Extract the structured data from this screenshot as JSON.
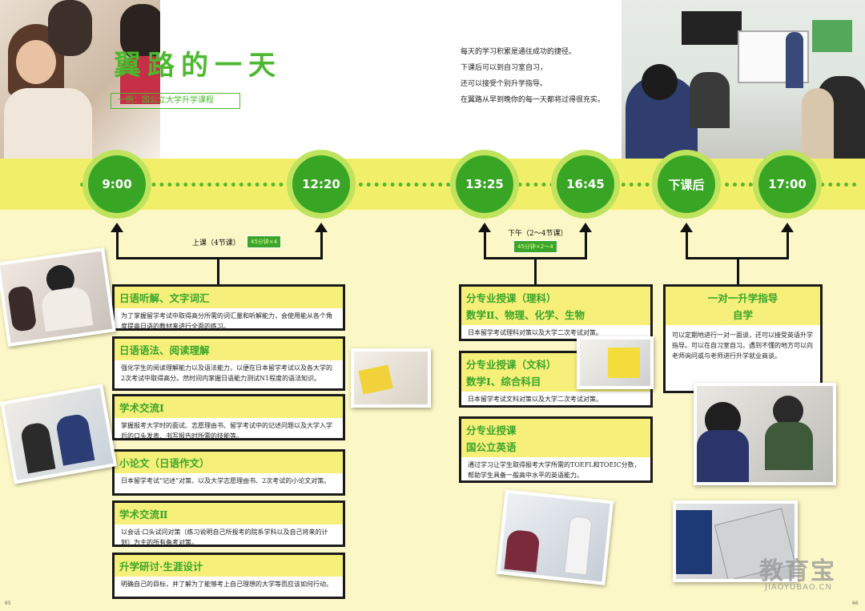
{
  "title": "翼路的一天",
  "subtitle": "一例：国公立大学升学课程",
  "intro": [
    "每天的学习积累是通往成功的捷径。",
    "下课后可以到自习室自习，",
    "还可以接受个别升学指导。",
    "在翼路从早到晚你的每一天都将过得很充实。"
  ],
  "times": [
    "9:00",
    "12:20",
    "13:25",
    "16:45",
    "下课后",
    "17:00"
  ],
  "morning": {
    "label": "上课（4节课）",
    "badge": "45分钟×4"
  },
  "afternoon": {
    "label": "下午（2～4节课）",
    "badge": "45分钟×2～4"
  },
  "left_boxes": [
    {
      "title": "日语听解、文字词汇",
      "body": "为了掌握留学考试中取得高分所需的词汇量和听解能力，会使用能从各个角度提高日语的教材来进行全面的练习。"
    },
    {
      "title": "日语语法、阅读理解",
      "body": "强化学生的阅读理解能力以及语法能力，以便在日本留学考试以及各大学的2次考试中取得高分。然时间内掌握日语能力测试N1程度的语法知识。"
    },
    {
      "title": "学术交流Ⅰ",
      "body": "掌握报考大学时的面试、志愿理由书、留学考试中的记述问题以及大学入学后的口头发表、书写报告时所需的技能等。"
    },
    {
      "title": "小论文（日语作文）",
      "body": "日本留学考试“记述”对策、以及大学志愿理由书、2次考试的小论文对策。"
    },
    {
      "title": "学术交流Ⅱ",
      "body": "以会话·口头试问对策（练习说明自己所报考的院系学科以及自己将来的计划）为主的所有备考对策。"
    },
    {
      "title": "升学研讨·生涯设计",
      "body": "明确自己的目标，并了解为了能够考上自己理想的大学等而应该如何行动。"
    }
  ],
  "mid_boxes": [
    {
      "title": "分专业授课（理科）",
      "sub": "数学Ⅱ、物理、化学、生物",
      "body": "日本留学考试理科对策以及大学二次考试对策。"
    },
    {
      "title": "分专业授课（文科）",
      "sub": "数学Ⅰ、综合科目",
      "body": "日本留学考试文科对策以及大学二次考试对策。"
    },
    {
      "title": "分专业授课",
      "sub": "国公立英语",
      "body": "通过学习让学生取得报考大学所需的TOEFL和TOEIC分数，帮助学生具备一般高中水平的英语能力。"
    }
  ],
  "right_box": {
    "title": "一对一升学指导",
    "sub": "自学",
    "body": "可以定期地进行一对一面谈，还可以接受英语升学指导。可以在自习室自习。遇到不懂的地方可以向老师询问或与老师进行升学就业商谈。"
  },
  "page_left": "65",
  "page_right": "66",
  "watermark": {
    "brand": "教育宝",
    "url": "JIAOYUBAO.CN"
  },
  "colors": {
    "accent": "#3aa52a",
    "band": "#f1ef6a",
    "bg": "#fcf7c6"
  }
}
